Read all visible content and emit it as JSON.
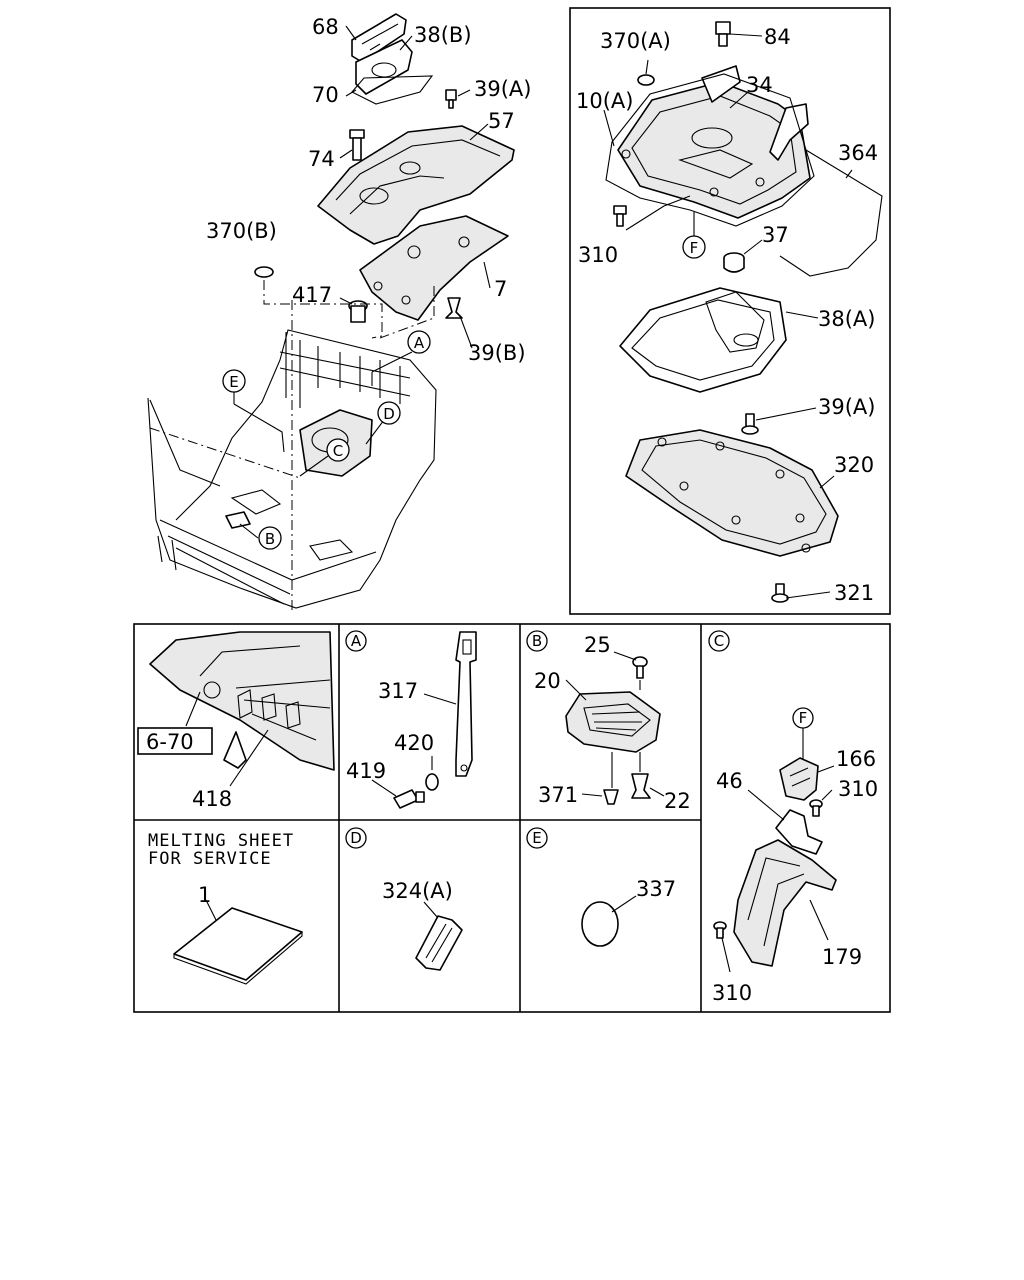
{
  "labels": {
    "p68": "68",
    "p38b": "38(B)",
    "p70": "70",
    "p39a_top": "39(A)",
    "p57": "57",
    "p74": "74",
    "p370b": "370(B)",
    "p417": "417",
    "p7": "7",
    "p39b": "39(B)",
    "p370a": "370(A)",
    "p84": "84",
    "p34": "34",
    "p10a": "10(A)",
    "p364": "364",
    "p310_top": "310",
    "p37": "37",
    "p38a": "38(A)",
    "p39a_mid": "39(A)",
    "p320": "320",
    "p321": "321",
    "p418": "418",
    "ref_6_70": "6-70",
    "p317": "317",
    "p420": "420",
    "p419": "419",
    "p25": "25",
    "p20": "20",
    "p371": "371",
    "p22": "22",
    "p166": "166",
    "p46": "46",
    "p310_c1": "310",
    "p179": "179",
    "p310_c2": "310",
    "note_line1": "MELTING SHEET",
    "note_line2": "FOR SERVICE",
    "p1": "1",
    "p324a": "324(A)",
    "p337": "337"
  },
  "callouts": {
    "A": "A",
    "B": "B",
    "C": "C",
    "D": "D",
    "E": "E",
    "F": "F"
  }
}
